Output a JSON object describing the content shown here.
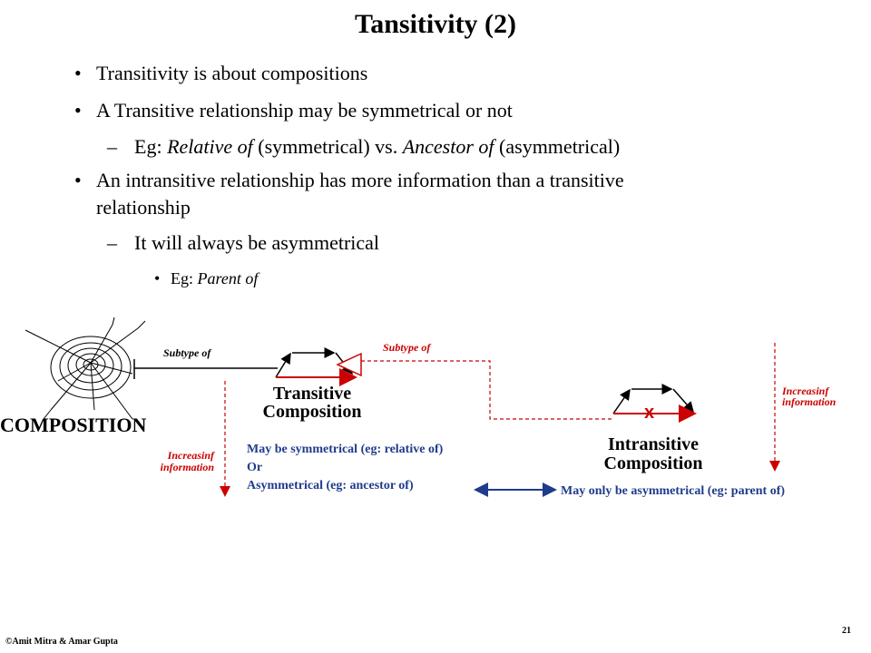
{
  "slide": {
    "title": "Tansitivity (2)",
    "bullets": [
      {
        "level": 1,
        "parts": [
          "Transitivity is about compositions"
        ]
      },
      {
        "level": 1,
        "parts": [
          "A Transitive relationship may be symmetrical or not"
        ]
      },
      {
        "level": 2,
        "parts": [
          "Eg: ",
          "Relative of",
          " (symmetrical) vs. ",
          "Ancestor of",
          " (asymmetrical)"
        ]
      },
      {
        "level": 1,
        "parts": [
          "An intransitive relationship has more information than a transitive"
        ]
      },
      {
        "level": 1,
        "parts": [
          "relationship"
        ]
      },
      {
        "level": 2,
        "parts": [
          "It will always be asymmetrical"
        ]
      },
      {
        "level": 3,
        "parts": [
          "Eg: ",
          "Parent of"
        ]
      }
    ],
    "bullet_glyphs": {
      "level1": "•",
      "level2": "–",
      "level3": "•"
    }
  },
  "diagram": {
    "composition_label": "COMPOSITION",
    "subtype_of_1": "Subtype of",
    "subtype_of_2": "Subtype of",
    "transitive_line1": "Transitive",
    "transitive_line2": "Composition",
    "intransitive_line1": "Intransitive",
    "intransitive_line2": "Composition",
    "x_mark": "x",
    "increasing_info_left_1": "Increasinf",
    "increasing_info_left_2": "information",
    "increasing_info_right_1": "Increasinf",
    "increasing_info_right_2": "information",
    "transitive_desc_1": "May be symmetrical (eg: relative of)",
    "transitive_desc_2": "Or",
    "transitive_desc_3": "Asymmetrical (eg: ancestor of)",
    "intransitive_desc": "May only be asymmetrical (eg: parent of)",
    "colors": {
      "red": "#cc0000",
      "blue": "#1f3b8c",
      "black": "#000000"
    }
  },
  "footer": {
    "copyright": "©Amit Mitra & Amar Gupta",
    "page_number": "21"
  }
}
